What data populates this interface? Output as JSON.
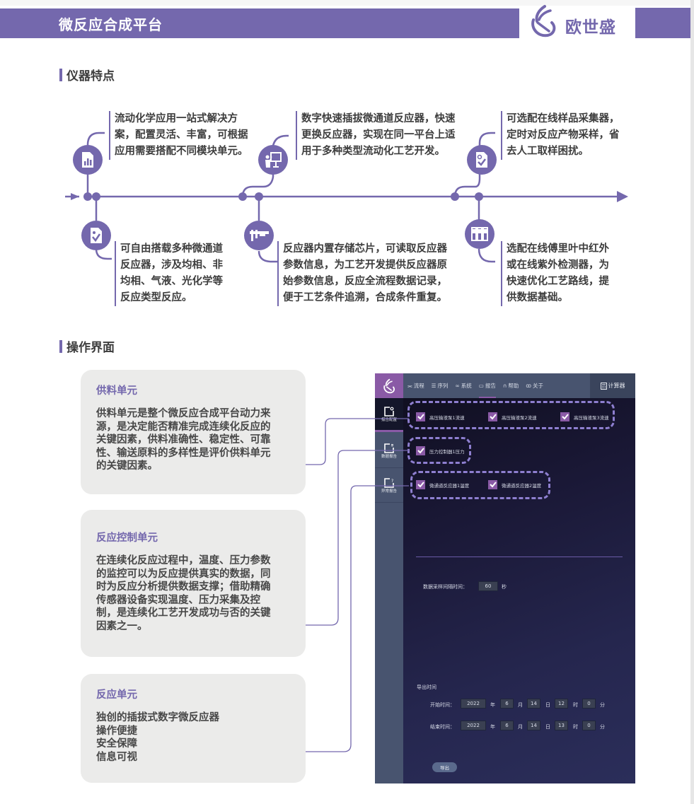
{
  "header": {
    "title": "微反应合成平台",
    "brand": "欧世盛"
  },
  "colors": {
    "accent": "#7468ad",
    "screen_accent": "#8a5aa6",
    "card_bg": "#ebebea"
  },
  "sections": {
    "features_title": "仪器特点",
    "ui_title": "操作界面"
  },
  "features": [
    {
      "icon": "bar-chart-document-icon",
      "text": [
        "流动化学应用一站式解决方",
        "案，配置灵活、丰富，可根据",
        "应用需要搭配不同模块单元。"
      ]
    },
    {
      "icon": "checklist-document-icon",
      "text": [
        "可自由搭载多种微通道",
        "反应器，涉及均相、非",
        "均相、气液、光化学等",
        "反应类型反应。"
      ]
    },
    {
      "icon": "presenter-board-icon",
      "text": [
        "数字快速插拔微通道反应器，快速",
        "更换反应器，实现在同一平台上适",
        "用于多种类型流动化工艺开发。"
      ]
    },
    {
      "icon": "caliper-icon",
      "text": [
        "反应器内置存储芯片，可读取反应器",
        "参数信息，为工艺开发提供反应器原",
        "始参数信息，反应全流程数据记录，",
        "便于工艺条件追溯，合成条件重复。"
      ]
    },
    {
      "icon": "sample-check-document-icon",
      "text": [
        "可选配在线样品采集器，",
        "定时对反应产物采样，省",
        "去人工取样困扰。"
      ]
    },
    {
      "icon": "detector-modules-icon",
      "text": [
        "选配在线傅里叶中红外",
        "或在线紫外检测器，为",
        "快速优化工艺路线，提",
        "供数据基础。"
      ]
    }
  ],
  "cards": [
    {
      "title": "供料单元",
      "body": [
        "供料单元是整个微反应合成平台动力来",
        "源，是决定能否精准完成连续化反应的",
        "关键因素，供料准确性、稳定性、可靠",
        "性、输送原料的多样性是评价供料单元",
        "的关键因素。"
      ]
    },
    {
      "title": "反应控制单元",
      "body": [
        "在连续化反应过程中，温度、压力参数",
        "的监控可以为反应提供真实的数据，同",
        "时为反应分析提供数据支撑；借助精确",
        "传感器设备实现温度、压力采集及控",
        "制，是连续化工艺开发成功与否的关键",
        "因素之一。"
      ]
    },
    {
      "title": "反应单元",
      "body": [
        "独创的插拔式数字微反应器",
        "操作便捷",
        "安全保障",
        "信息可视"
      ]
    }
  ],
  "screen": {
    "nav": [
      {
        "icon": "flow-icon",
        "glyph": "⫘",
        "label": "流程"
      },
      {
        "icon": "list-icon",
        "glyph": "☰",
        "label": "序列"
      },
      {
        "icon": "system-icon",
        "glyph": "∞",
        "label": "系统"
      },
      {
        "icon": "report-icon",
        "glyph": "▭",
        "label": "报告",
        "active": true
      },
      {
        "icon": "headset-icon",
        "glyph": "∩",
        "label": "帮助"
      },
      {
        "icon": "users-icon",
        "glyph": "ꝏ",
        "label": "关于"
      }
    ],
    "calculator": "计算器",
    "side": [
      {
        "icon": "report-config-icon",
        "label": "报告配置",
        "active": true
      },
      {
        "icon": "data-report-icon",
        "label": "数据报告"
      },
      {
        "icon": "error-report-icon",
        "label": "异常报告"
      }
    ],
    "pumps": [
      "高压输液泵1流速",
      "高压输液泵2流速",
      "高压输液泵3流速"
    ],
    "pressure": [
      "压力控制器1压力"
    ],
    "temps": [
      "微通道反应器1温度",
      "微通道反应器2温度"
    ],
    "sampling": {
      "label": "数据采样间隔时间：",
      "value": "60",
      "unit": "秒"
    },
    "export": {
      "title": "导出时间",
      "start_label": "开始时间：",
      "end_label": "结束时间：",
      "units": {
        "year": "年",
        "month": "月",
        "day": "日",
        "hour": "时",
        "minute": "分"
      },
      "start": {
        "year": "2022",
        "month": "6",
        "day": "14",
        "hour": "12",
        "minute": "0"
      },
      "end": {
        "year": "2022",
        "month": "6",
        "day": "14",
        "hour": "13",
        "minute": "0"
      },
      "button": "导出"
    }
  }
}
